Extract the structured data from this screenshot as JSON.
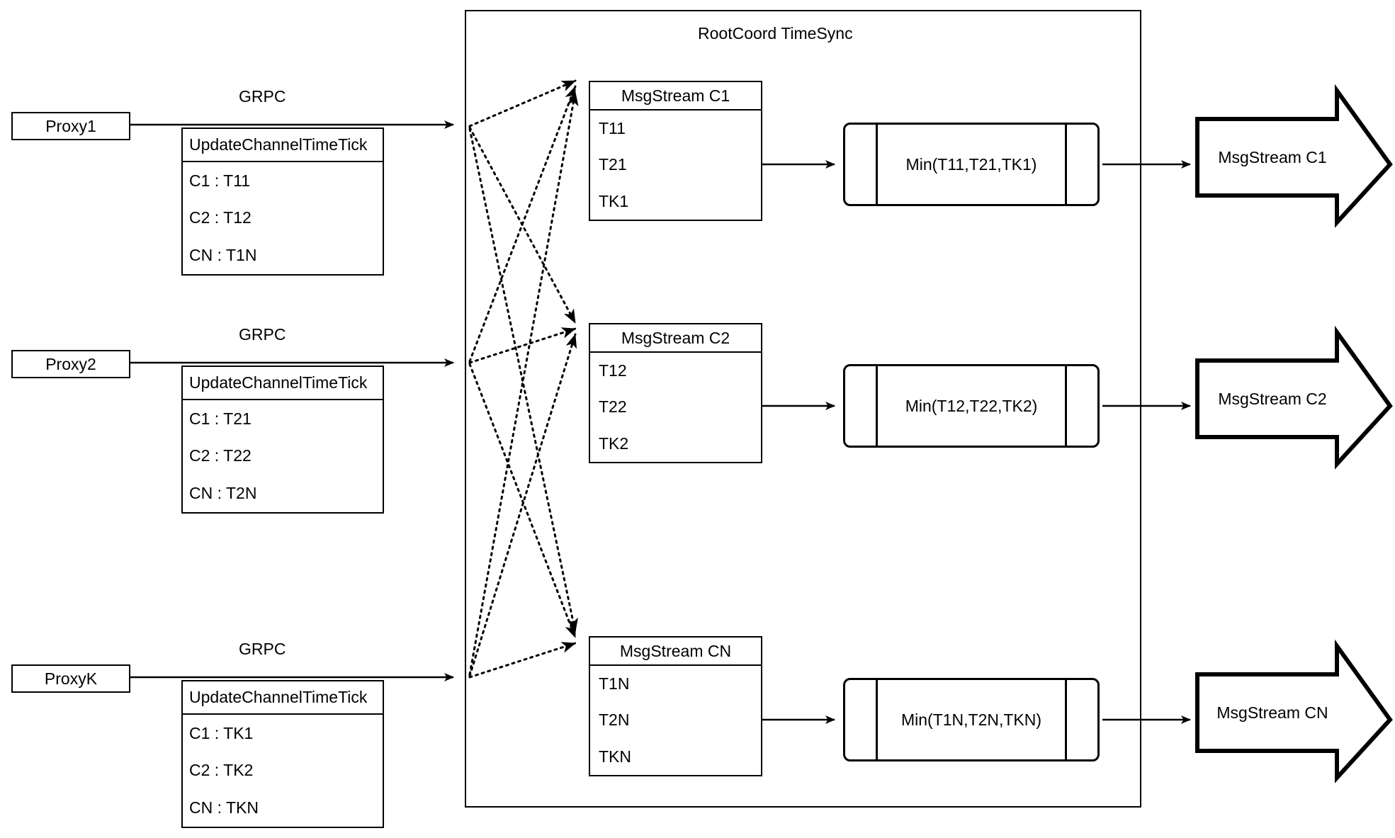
{
  "diagram": {
    "title": "RootCoord TimeSync",
    "container_label": "RootCoord TimeSync",
    "link_label": "GRPC"
  },
  "proxies": [
    {
      "name": "Proxy1",
      "link_label": "GRPC",
      "message": {
        "header": "UpdateChannelTimeTick",
        "rows": [
          "C1 :  T11",
          "C2 :  T12",
          "CN : T1N"
        ]
      }
    },
    {
      "name": "Proxy2",
      "link_label": "GRPC",
      "message": {
        "header": "UpdateChannelTimeTick",
        "rows": [
          "C1 :  T21",
          "C2 :  T22",
          "CN : T2N"
        ]
      }
    },
    {
      "name": "ProxyK",
      "link_label": "GRPC",
      "message": {
        "header": "UpdateChannelTimeTick",
        "rows": [
          "C1 :  TK1",
          "C2 :  TK2",
          "CN : TKN"
        ]
      }
    }
  ],
  "channels": [
    {
      "stream": {
        "header": "MsgStream C1",
        "rows": [
          "T11",
          "T21",
          "TK1"
        ]
      },
      "min": "Min(T11,T21,TK1)",
      "output": "MsgStream C1"
    },
    {
      "stream": {
        "header": "MsgStream C2",
        "rows": [
          "T12",
          "T22",
          "TK2"
        ]
      },
      "min": "Min(T12,T22,TK2)",
      "output": "MsgStream C2"
    },
    {
      "stream": {
        "header": "MsgStream CN",
        "rows": [
          "T1N",
          "T2N",
          "TKN"
        ]
      },
      "min": "Min(T1N,T2N,TKN)",
      "output": "MsgStream CN"
    }
  ],
  "colors": {
    "stroke": "#000000",
    "background": "#ffffff"
  }
}
